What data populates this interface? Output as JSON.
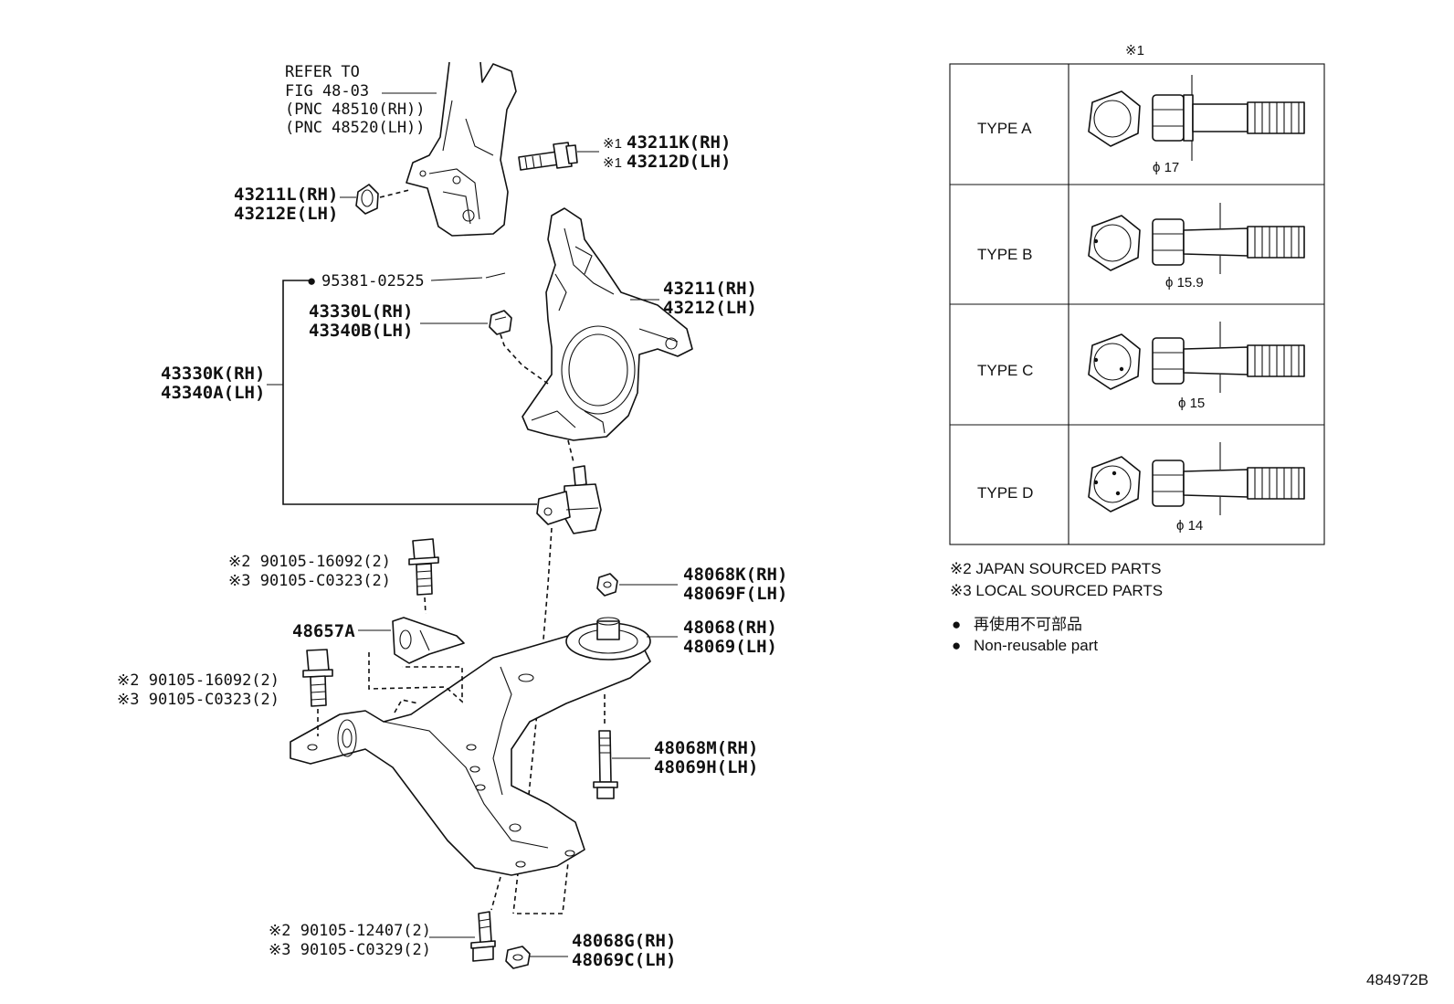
{
  "figure_id": "484972B",
  "refer": {
    "line1": "REFER TO",
    "line2": "FIG 48-03",
    "line3": "(PNC 48510(RH))",
    "line4": "(PNC 48520(LH))"
  },
  "callouts": {
    "c43211K": {
      "mark": "※1",
      "rh": "43211K(RH)",
      "lh": "43212D(LH)"
    },
    "c43211L": {
      "rh": "43211L(RH)",
      "lh": "43212E(LH)"
    },
    "c95381": {
      "bullet": "●",
      "text": "95381-02525"
    },
    "c43330L": {
      "rh": "43330L(RH)",
      "lh": "43340B(LH)"
    },
    "c43211": {
      "rh": "43211(RH)",
      "lh": "43212(LH)"
    },
    "c43330K": {
      "rh": "43330K(RH)",
      "lh": "43340A(LH)"
    },
    "cBoltUpper": {
      "jp": "※2 90105-16092(2)",
      "local": "※3 90105-C0323(2)"
    },
    "c48068K": {
      "rh": "48068K(RH)",
      "lh": "48069F(LH)"
    },
    "c48657A": {
      "text": "48657A"
    },
    "c48068": {
      "rh": "48068(RH)",
      "lh": "48069(LH)"
    },
    "cBoltLeft": {
      "jp": "※2 90105-16092(2)",
      "local": "※3 90105-C0323(2)"
    },
    "c48068M": {
      "rh": "48068M(RH)",
      "lh": "48069H(LH)"
    },
    "cBoltLower": {
      "jp": "※2 90105-12407(2)",
      "local": "※3 90105-C0329(2)"
    },
    "c48068G": {
      "rh": "48068G(RH)",
      "lh": "48069C(LH)"
    }
  },
  "type_table": {
    "header_mark": "※1",
    "rows": [
      {
        "label": "TYPE A",
        "diameter": "ϕ 17"
      },
      {
        "label": "TYPE B",
        "diameter": "ϕ 15.9"
      },
      {
        "label": "TYPE C",
        "diameter": "ϕ 15"
      },
      {
        "label": "TYPE D",
        "diameter": "ϕ 14"
      }
    ]
  },
  "legend": {
    "note2": "※2 JAPAN SOURCED PARTS",
    "note3": "※3 LOCAL SOURCED PARTS",
    "bullet": "●",
    "nonreuse_jp": "再使用不可部品",
    "nonreuse_en": "Non-reusable part"
  }
}
